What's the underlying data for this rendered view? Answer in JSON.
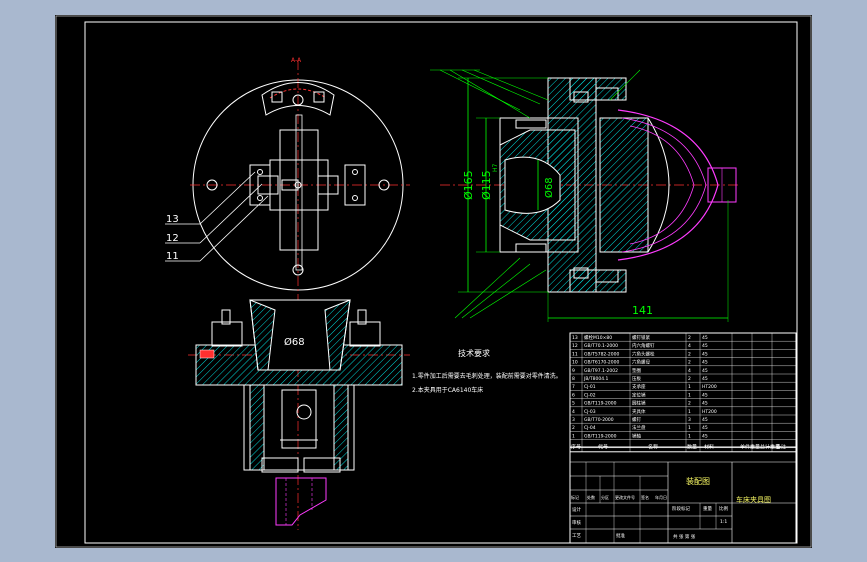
{
  "colors": {
    "viewport_bg": "#a9b8cf",
    "paper": "#000000",
    "border": "#ffffff",
    "part": "#ffffff",
    "dimension": "#00ff00",
    "centerline": "#ff3030",
    "hatch": "#00d8d8",
    "phantom": "#ff3cff",
    "text": "#ffffff",
    "title_text": "#ffff66",
    "frame_green": "#00ff66"
  },
  "front_view": {
    "leaders": [
      "13",
      "12",
      "11"
    ],
    "section_mark": "A-A"
  },
  "section_view": {
    "dimensions": [
      "Ø165",
      "Ø115",
      "Ø68",
      "141"
    ],
    "tolerance": "H7"
  },
  "bottom_view": {
    "dimension": "Ø68"
  },
  "notes": {
    "title": "技术要求",
    "lines": [
      "1.零件加工后需要去毛刺处理，装配前需要对零件清洗。",
      "2.本夹具用于CA6140车床"
    ]
  },
  "bom": {
    "rows": [
      [
        "13",
        "螺栓M10×80",
        "螺钉锁紧",
        "2",
        "45"
      ],
      [
        "12",
        "GB/T70.1-2000",
        "内六角螺钉",
        "4",
        "45"
      ],
      [
        "11",
        "GB/T5782-2000",
        "六角头螺栓",
        "2",
        "45"
      ],
      [
        "10",
        "GB/T6170-2000",
        "六角螺母",
        "2",
        "45"
      ],
      [
        "9",
        "GB/T97.1-2002",
        "垫圈",
        "4",
        "45"
      ],
      [
        "8",
        "JB/T8004.1",
        "压板",
        "2",
        "45"
      ],
      [
        "7",
        "CJ-01",
        "支承座",
        "1",
        "HT200"
      ],
      [
        "6",
        "CJ-02",
        "定位销",
        "1",
        "45"
      ],
      [
        "5",
        "GB/T119-2000",
        "圆柱销",
        "2",
        "45"
      ],
      [
        "4",
        "CJ-03",
        "夹具体",
        "1",
        "HT200"
      ],
      [
        "3",
        "GB/T70-2000",
        "螺钉",
        "3",
        "45"
      ],
      [
        "2",
        "CJ-04",
        "法兰盘",
        "1",
        "45"
      ],
      [
        "1",
        "GB/T119-2000",
        "销轴",
        "1",
        "45"
      ]
    ],
    "headers": [
      "序号",
      "代号",
      "名称",
      "数量",
      "材料",
      "单件重量",
      "总计重量",
      "备注"
    ]
  },
  "title_block": {
    "drawing_name": "装配图",
    "part_name": "车床夹具图",
    "labels": [
      "标记",
      "处数",
      "分区",
      "更改文件号",
      "签名",
      "年月日"
    ],
    "roles": [
      "设计",
      "审核",
      "工艺",
      "批准"
    ],
    "stage_labels": [
      "阶段标记",
      "重量",
      "比例"
    ],
    "scale": "1:1",
    "sheet": "共 张 第 张"
  }
}
